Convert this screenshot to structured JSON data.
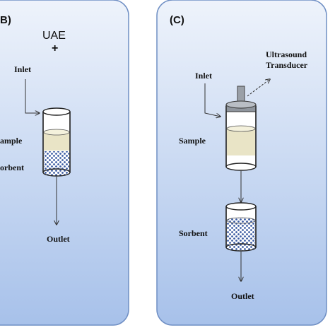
{
  "panel_b": {
    "tag": "B)",
    "heading": "UAE",
    "plus": "+",
    "inlet": "Inlet",
    "sample": "ample",
    "sorbent": "orbent",
    "outlet": "Outlet"
  },
  "panel_c": {
    "tag": "(C)",
    "inlet": "Inlet",
    "transducer_line1": "Ultrasound",
    "transducer_line2": "Transducer",
    "sample": "Sample",
    "sorbent": "Sorbent",
    "outlet": "Outlet"
  },
  "colors": {
    "panel_fill_top": "#e6eefa",
    "panel_fill_bottom": "#a9c3ea",
    "panel_border": "#6f8fc4",
    "sample_fill": "#e9e4c6",
    "sorbent_dots": "#3a5aa0",
    "line": "#333333"
  }
}
